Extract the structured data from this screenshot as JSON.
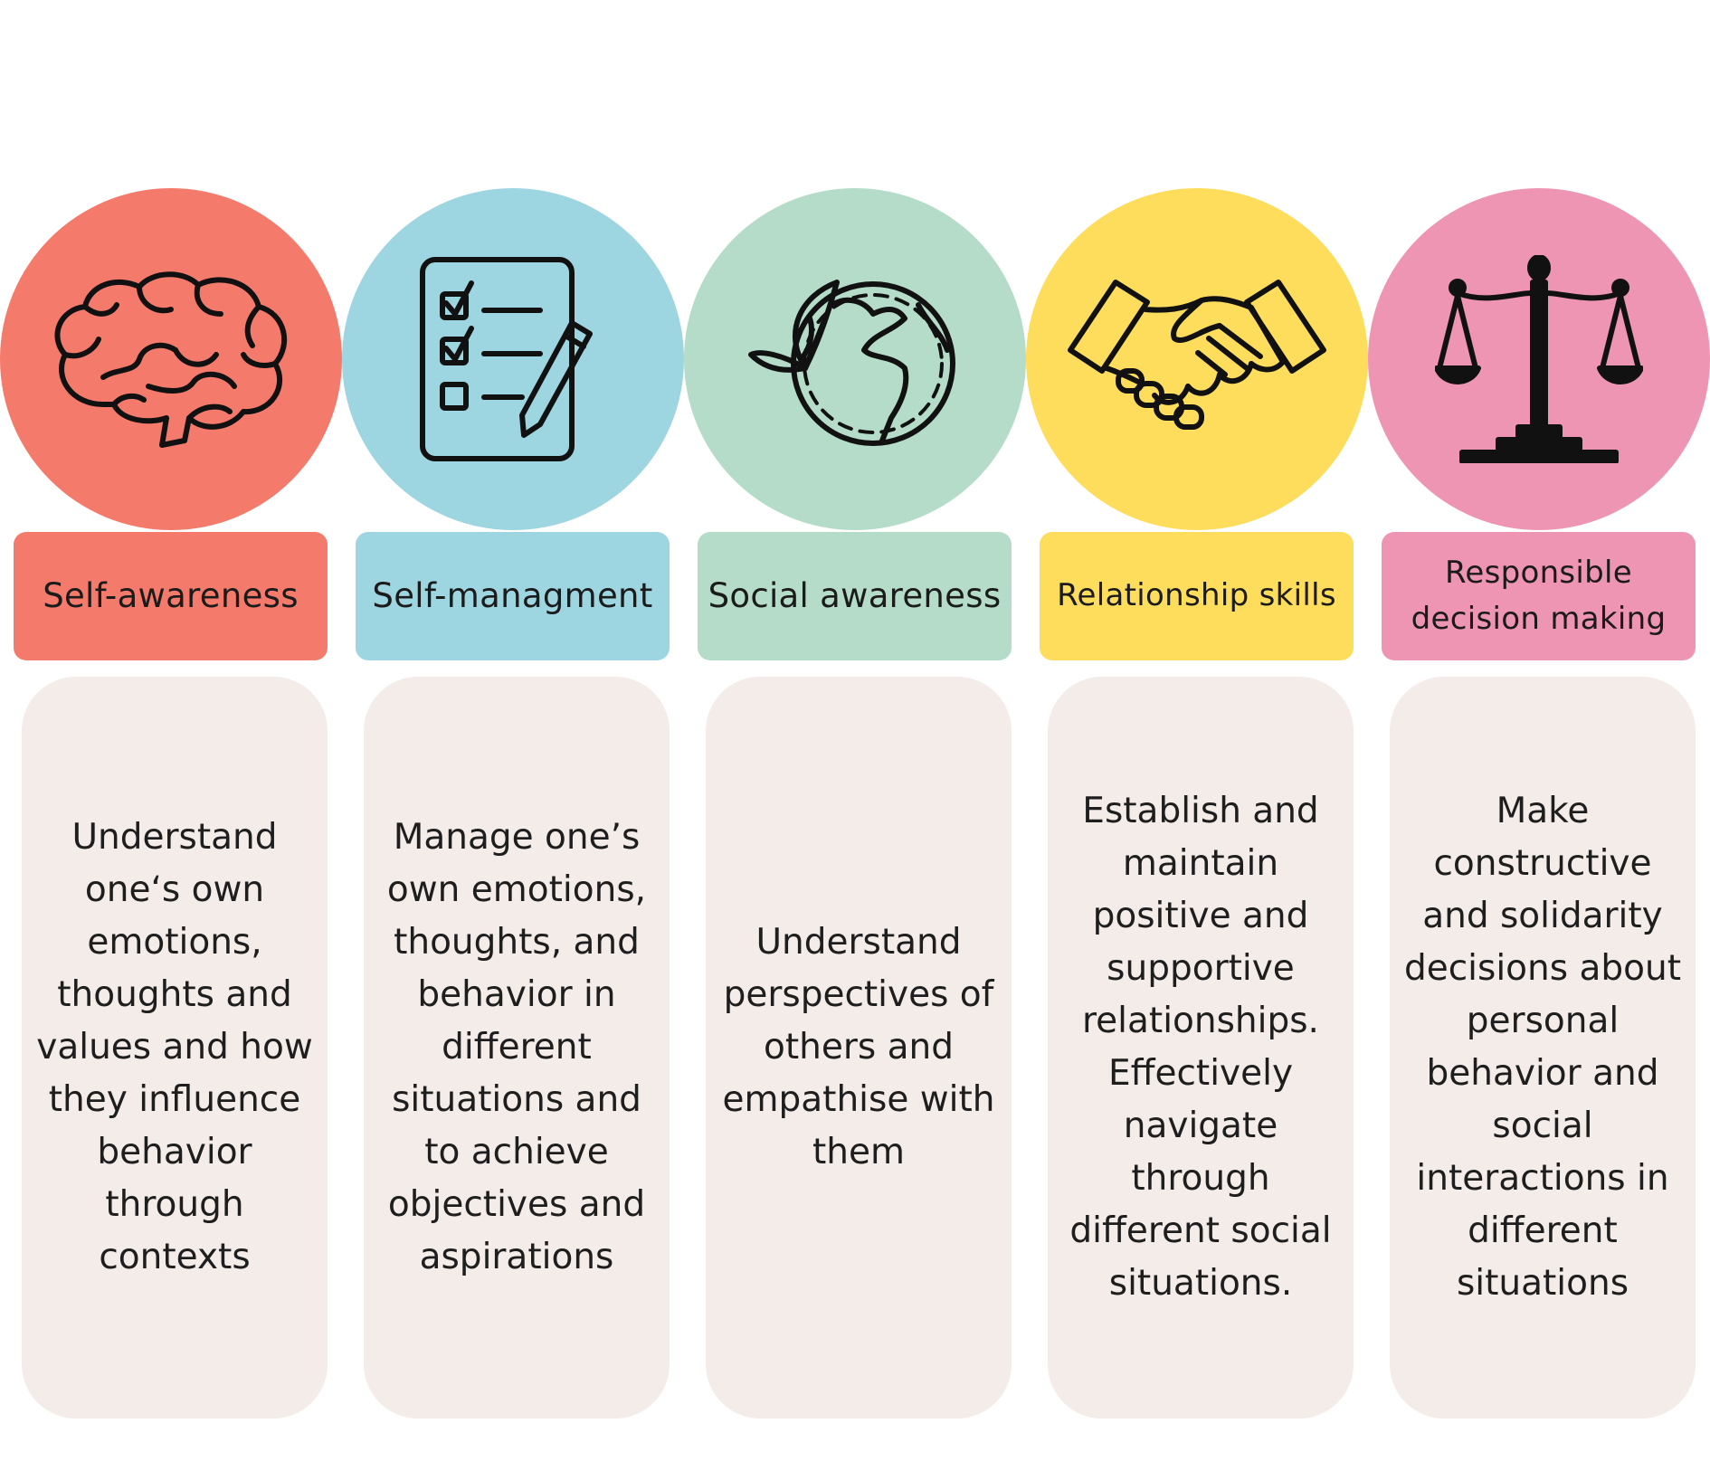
{
  "colors": {
    "card_background": "#f3ece9",
    "coral": "#f47a6b",
    "blue": "#9dd5e0",
    "mint": "#b4dcc8",
    "yellow": "#fedd5c",
    "pink": "#ef95b4"
  },
  "competencies": [
    {
      "icon": "brain-icon",
      "color": "#f47a6b",
      "label": "Self-awareness",
      "description": "Understand\none‘s own\nemotions,\nthoughts and\nvalues and how\nthey influence\nbehavior\nthrough\ncontexts"
    },
    {
      "icon": "checklist-icon",
      "color": "#9dd5e0",
      "label": "Self-managment",
      "description": "Manage one’s\nown emotions,\nthoughts, and\nbehavior in\ndifferent\nsituations and\nto achieve\nobjectives and\naspirations"
    },
    {
      "icon": "globe-icon",
      "color": "#b4dcc8",
      "label": "Social awareness",
      "description": "Understand\nperspectives of\nothers and\nempathise with\nthem"
    },
    {
      "icon": "handshake-icon",
      "color": "#fedd5c",
      "label": "Relationship skills",
      "description": "Establish and\nmaintain\npositive and\nsupportive\nrelationships.\nEffectively\nnavigate\nthrough\ndifferent social\nsituations."
    },
    {
      "icon": "scales-icon",
      "color": "#ef95b4",
      "label": "Responsible\ndecision making",
      "description": "Make\nconstructive\nand solidarity\ndecisions about\npersonal\nbehavior and\nsocial\ninteractions in\ndifferent\nsituations"
    }
  ]
}
